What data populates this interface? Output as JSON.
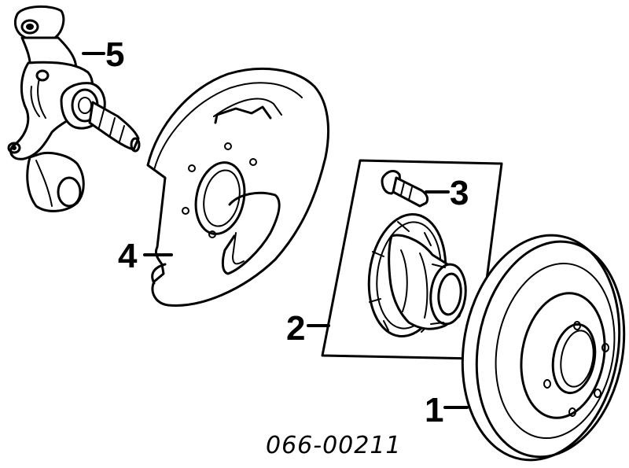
{
  "diagram": {
    "part_code": "066-00211",
    "callouts": [
      {
        "id": "1",
        "label": "1"
      },
      {
        "id": "2",
        "label": "2"
      },
      {
        "id": "3",
        "label": "3"
      },
      {
        "id": "4",
        "label": "4"
      },
      {
        "id": "5",
        "label": "5"
      }
    ]
  }
}
